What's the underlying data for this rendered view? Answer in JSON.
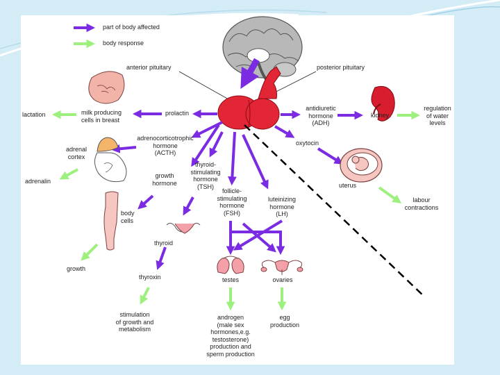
{
  "legend": {
    "affected": "part of body affected",
    "response": "body response"
  },
  "labels": {
    "anterior_pituitary": "anterior pituitary",
    "posterior_pituitary": "posterior pituitary",
    "lactation": "lactation",
    "milk_cells": "milk producing\ncells in breast",
    "prolactin": "prolactin",
    "acth": "adrenocorticotrophic\nhormone\n(ACTH)",
    "adrenal_cortex": "adrenal\ncortex",
    "adrenalin": "adrenalin",
    "growth_hormone": "growth\nhormone",
    "tsh": "thyroid-\nstimulating\nhormone\n(TSH)",
    "fsh": "follicle-\nstimulating\nhormone\n(FSH)",
    "lh": "luteinizing\nhormone\n(LH)",
    "body_cells": "body\ncells",
    "growth": "growth",
    "thyroid": "thyroid",
    "thyroxin": "thyroxin",
    "stimulation": "stimulation\nof growth and\nmetabolism",
    "testes": "testes",
    "ovaries": "ovaries",
    "androgen": "androgen\n(male sex\nhormones,e.g.\ntestosterone)\nproduction and\nsperm production",
    "egg": "egg\nproduction",
    "adh": "antidiuretic\nhormone\n(ADH)",
    "kidney": "kidney",
    "water": "regulation\nof water\nlevels",
    "oxytocin": "oxytocin",
    "uterus": "uterus",
    "labour": "labour\ncontractions"
  },
  "colors": {
    "hormone_arrow": "#7b2be2",
    "response_arrow": "#9ef07e",
    "gland": "#e32636",
    "background": "#d4ecf6"
  },
  "icons": [
    "brain-icon",
    "pituitary-gland-icon",
    "breast-icon",
    "adrenal-kidney-icon",
    "leg-icon",
    "thyroid-icon",
    "testes-icon",
    "ovaries-icon",
    "kidney-icon",
    "uterus-fetus-icon"
  ]
}
